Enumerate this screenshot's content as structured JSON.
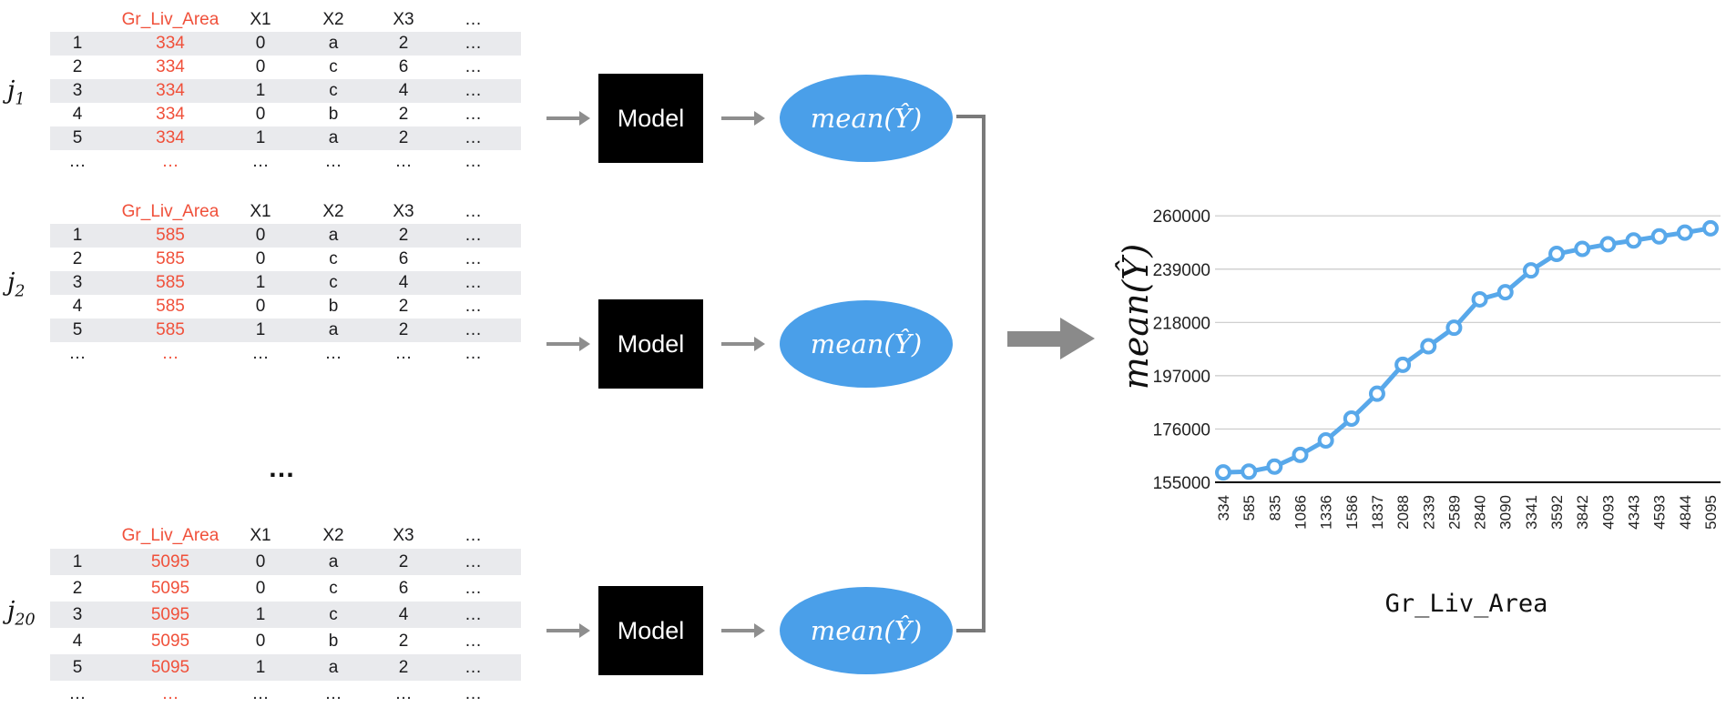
{
  "flow": {
    "model_label": "Model",
    "mean_label": "mean(Ŷ)",
    "mid_ellipsis": "…"
  },
  "colors": {
    "feature_red": "#f0503a",
    "row_shade": "#e9eaed",
    "ellipse_blue": "#4a9fe9",
    "line_blue": "#58a8ea",
    "marker_fill": "#ffffff",
    "small_arrow_gray": "#8e8e8e",
    "big_arrow_gray": "#8a8a8a",
    "bracket_gray": "#7a7a7a",
    "gridline": "#c9c9c9",
    "axis_black": "#000000"
  },
  "tables": [
    {
      "label": {
        "base": "j",
        "sub": "1"
      },
      "header": [
        "Gr_Liv_Area",
        "X1",
        "X2",
        "X3",
        "…"
      ],
      "rows": [
        [
          "1",
          "334",
          "0",
          "a",
          "2",
          "…"
        ],
        [
          "2",
          "334",
          "0",
          "c",
          "6",
          "…"
        ],
        [
          "3",
          "334",
          "1",
          "c",
          "4",
          "…"
        ],
        [
          "4",
          "334",
          "0",
          "b",
          "2",
          "…"
        ],
        [
          "5",
          "334",
          "1",
          "a",
          "2",
          "…"
        ],
        [
          "…",
          "…",
          "…",
          "…",
          "…",
          "…"
        ]
      ]
    },
    {
      "label": {
        "base": "j",
        "sub": "2"
      },
      "header": [
        "Gr_Liv_Area",
        "X1",
        "X2",
        "X3",
        "…"
      ],
      "rows": [
        [
          "1",
          "585",
          "0",
          "a",
          "2",
          "…"
        ],
        [
          "2",
          "585",
          "0",
          "c",
          "6",
          "…"
        ],
        [
          "3",
          "585",
          "1",
          "c",
          "4",
          "…"
        ],
        [
          "4",
          "585",
          "0",
          "b",
          "2",
          "…"
        ],
        [
          "5",
          "585",
          "1",
          "a",
          "2",
          "…"
        ],
        [
          "…",
          "…",
          "…",
          "…",
          "…",
          "…"
        ]
      ]
    },
    {
      "label": {
        "base": "j",
        "sub": "20"
      },
      "header": [
        "Gr_Liv_Area",
        "X1",
        "X2",
        "X3",
        "…"
      ],
      "rows": [
        [
          "1",
          "5095",
          "0",
          "a",
          "2",
          "…"
        ],
        [
          "2",
          "5095",
          "0",
          "c",
          "6",
          "…"
        ],
        [
          "3",
          "5095",
          "1",
          "c",
          "4",
          "…"
        ],
        [
          "4",
          "5095",
          "0",
          "b",
          "2",
          "…"
        ],
        [
          "5",
          "5095",
          "1",
          "a",
          "2",
          "…"
        ],
        [
          "…",
          "…",
          "…",
          "…",
          "…",
          "…"
        ]
      ]
    }
  ],
  "chart_data": {
    "type": "line",
    "title": "",
    "xlabel": "Gr_Liv_Area",
    "ylabel": "mean(Ŷ)",
    "x_tick_labels": [
      "334",
      "585",
      "835",
      "1086",
      "1336",
      "1586",
      "1837",
      "2088",
      "2339",
      "2589",
      "2840",
      "3090",
      "3341",
      "3592",
      "3842",
      "4093",
      "4343",
      "4593",
      "4844",
      "5095"
    ],
    "y_ticks": [
      155000,
      176000,
      197000,
      218000,
      239000,
      260000
    ],
    "ylim": [
      155000,
      260000
    ],
    "grid": "horizontal",
    "legend": "none",
    "series": [
      {
        "name": "mean(Ŷ)",
        "values": [
          158900,
          159200,
          161200,
          165800,
          171500,
          180100,
          189900,
          201300,
          208600,
          215900,
          227100,
          229900,
          238500,
          245000,
          247000,
          248800,
          250300,
          251900,
          253400,
          255100
        ]
      }
    ]
  }
}
